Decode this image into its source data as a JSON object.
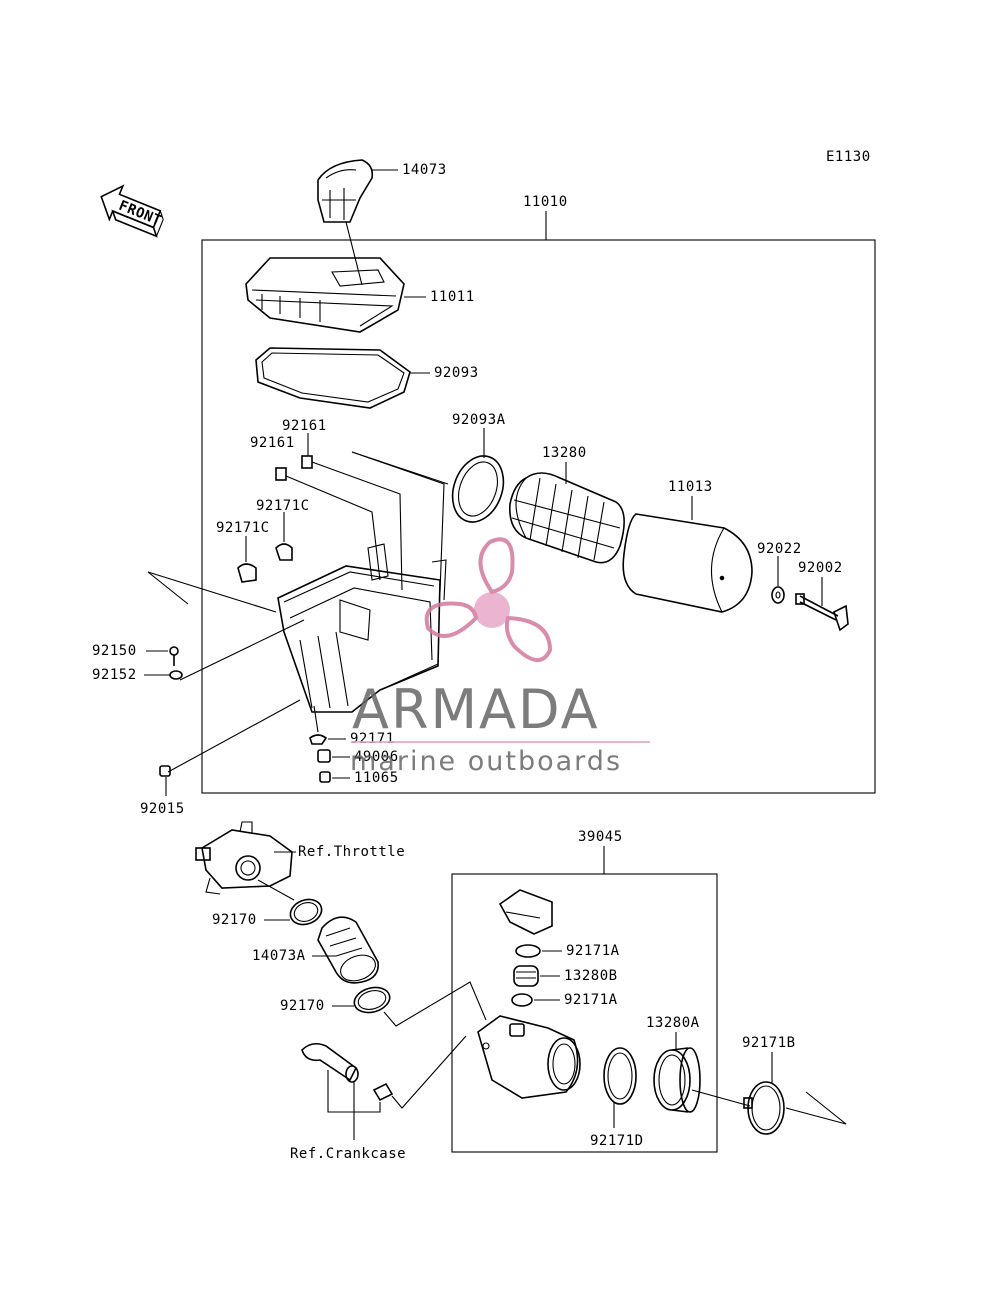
{
  "diagram": {
    "code": "E1130",
    "front_label": "FRONT",
    "parts": {
      "p14073": "14073",
      "p11010": "11010",
      "p11011": "11011",
      "p92093": "92093",
      "p92093A": "92093A",
      "p92161a": "92161",
      "p92161b": "92161",
      "p13280": "13280",
      "p11013": "11013",
      "p92171Ca": "92171C",
      "p92171Cb": "92171C",
      "p92022": "92022",
      "p92002": "92002",
      "p92150": "92150",
      "p92152": "92152",
      "p92171": "92171",
      "p49006": "49006",
      "p11065": "11065",
      "p92015": "92015",
      "p39045": "39045",
      "refThrottle": "Ref.Throttle",
      "p92170a": "92170",
      "p14073A": "14073A",
      "p92170b": "92170",
      "p92171Aa": "92171A",
      "p13280B": "13280B",
      "p92171Ab": "92171A",
      "p13280A": "13280A",
      "p92171B": "92171B",
      "p92171D": "92171D",
      "refCrankcase": "Ref.Crankcase"
    }
  },
  "watermark": {
    "brand": "ARMADA",
    "tagline": "marine outboards",
    "primary_color": "#e8a8c8",
    "secondary_color": "#d4789e"
  }
}
